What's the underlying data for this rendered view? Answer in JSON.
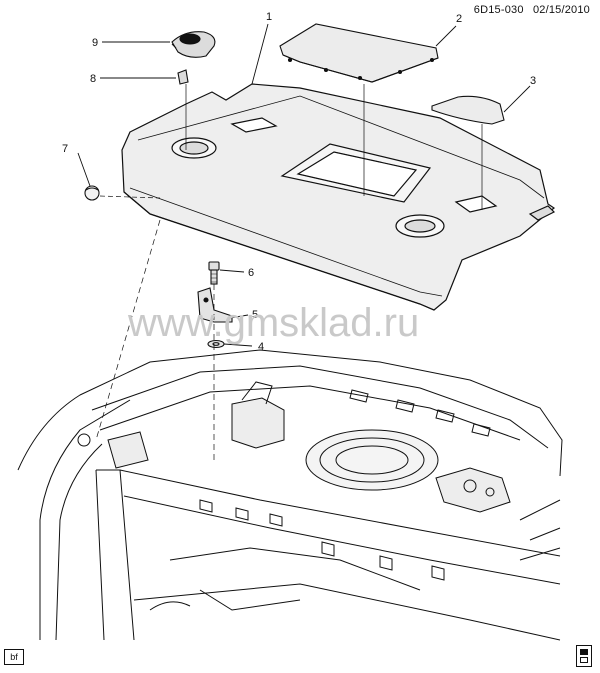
{
  "header": {
    "drawing_code": "6D15-030",
    "date": "02/15/2010"
  },
  "watermark": "www.gmsklad.ru",
  "footer": {
    "left_tag": "bf"
  },
  "callouts": [
    "1",
    "2",
    "3",
    "4",
    "5",
    "6",
    "7",
    "8",
    "9"
  ],
  "colors": {
    "ink": "#111111",
    "panel": "#eaeaea",
    "watermark": "#c9c9c9"
  }
}
